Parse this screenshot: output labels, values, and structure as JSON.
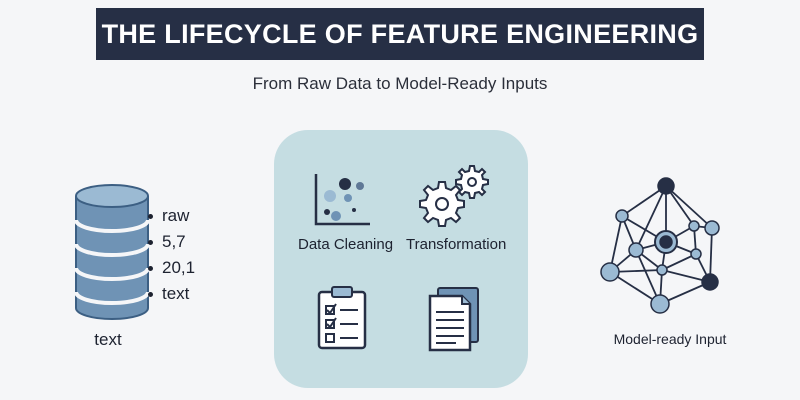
{
  "header": {
    "title": "THE LIFECYCLE OF FEATURE ENGINEERING",
    "subtitle": "From Raw Data to Model-Ready Inputs"
  },
  "raw_data": {
    "values": [
      "raw",
      "5,7",
      "20,1",
      "text"
    ],
    "caption": "text"
  },
  "process": {
    "steps": [
      {
        "label": "Data Cleaning",
        "icon": "scatter-chart-icon"
      },
      {
        "label": "Transformation",
        "icon": "gears-icon"
      },
      {
        "label": "",
        "icon": "checklist-clipboard-icon"
      },
      {
        "label": "",
        "icon": "documents-icon"
      }
    ]
  },
  "output": {
    "caption": "Model-ready Input",
    "icon": "neural-network-icon"
  },
  "colors": {
    "title_bg": "#262f45",
    "panel_bg": "#c5dde2",
    "db_blue": "#6f93b5",
    "db_edge": "#3c5f83",
    "node_light": "#9bbad3",
    "node_dark": "#262f45"
  }
}
